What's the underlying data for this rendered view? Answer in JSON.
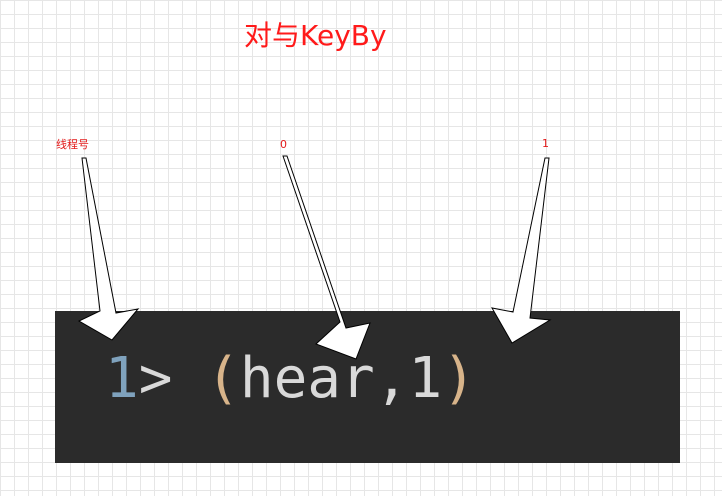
{
  "title": "对与KeyBy",
  "labels": {
    "thread": "线程号",
    "zero": "0",
    "one": "1"
  },
  "console": {
    "thread_id": "1",
    "prompt": ">",
    "open_paren": "(",
    "tuple_body": "hear,1",
    "close_paren": ")"
  }
}
